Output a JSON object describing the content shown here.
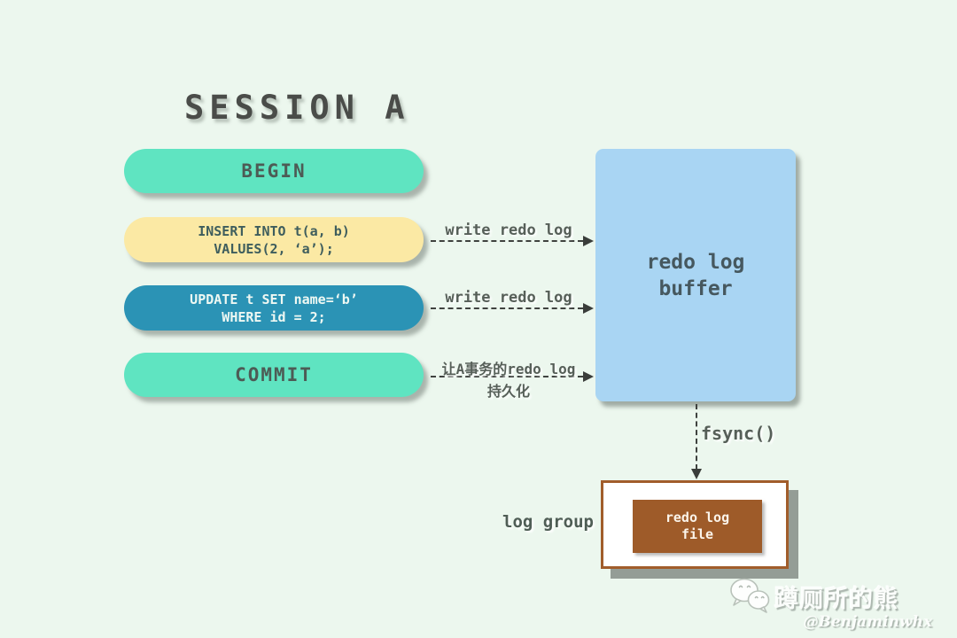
{
  "title": "SESSION A",
  "session": {
    "begin": "BEGIN",
    "insert": {
      "line1": "INSERT INTO t(a, b)",
      "line2": "VALUES(2, ‘a’);"
    },
    "update": {
      "line1": "UPDATE t SET name=‘b’",
      "line2": "WHERE id = 2;"
    },
    "commit": "COMMIT"
  },
  "arrows": {
    "insert_label": "write redo log",
    "update_label": "write redo log",
    "commit_label": {
      "line1": "让A事务的redo log",
      "line2": "持久化"
    },
    "fsync_label": "fsync()"
  },
  "redo_log_buffer": {
    "line1": "redo log",
    "line2": "buffer"
  },
  "log_group": {
    "label": "log group",
    "file": {
      "line1": "redo log",
      "line2": "file"
    }
  },
  "watermark": {
    "icon": "wechat-icon",
    "name": "蹲厕所的熊",
    "handle": "@Benjaminwhx"
  },
  "colors": {
    "background": "#ecf7ee",
    "mint_pill": "#5fe4c1",
    "yellow_pill": "#fbe9a4",
    "teal_pill": "#2b93b5",
    "buffer_blue": "#a9d5f3",
    "file_brown": "#9e5b29",
    "border_brown": "#a15d2b",
    "text_dark": "#4a4c49"
  }
}
